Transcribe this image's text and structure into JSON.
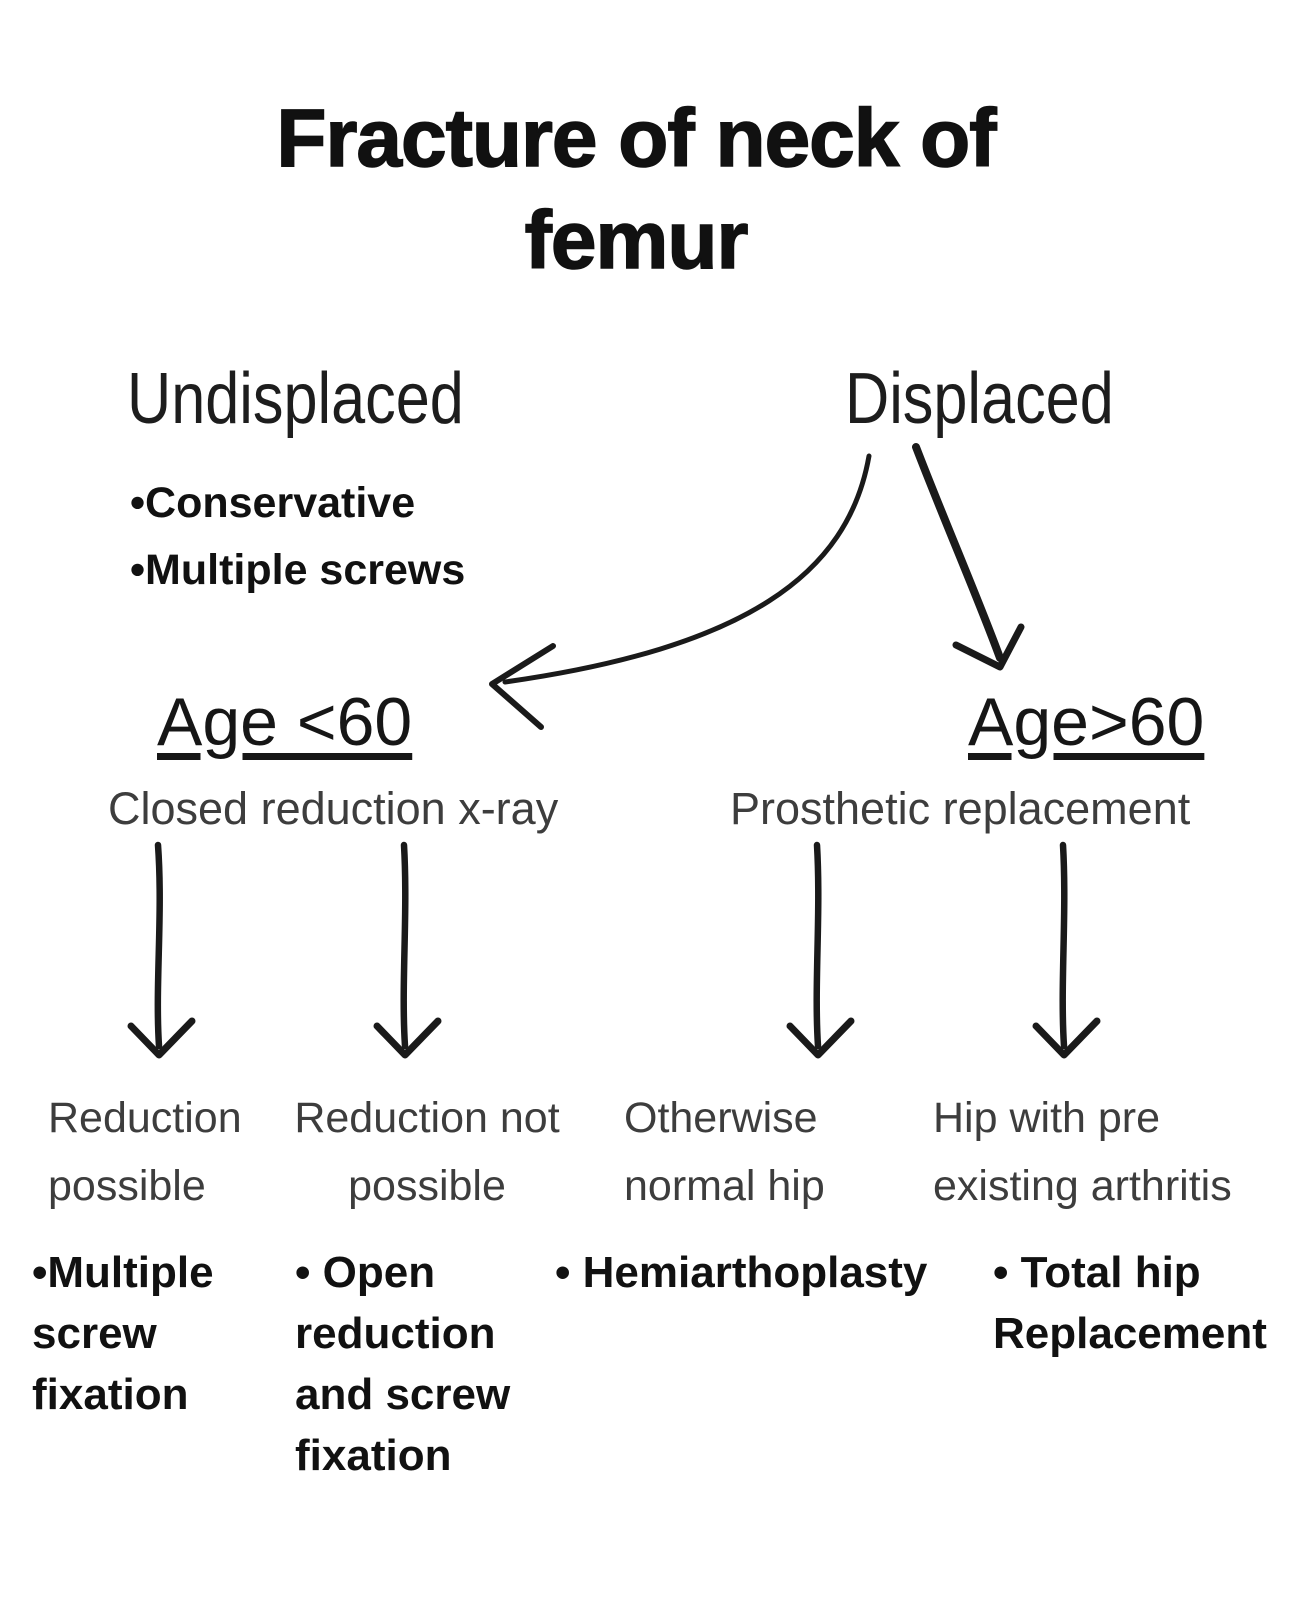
{
  "title": {
    "line1": "Fracture of neck of",
    "line2": "femur"
  },
  "branches": {
    "undisplaced": {
      "label": "Undisplaced",
      "bullet1": "•Conservative",
      "bullet2": "•Multiple screws"
    },
    "displaced": {
      "label": "Displaced"
    }
  },
  "pathways": {
    "under60": {
      "age": "Age <60",
      "management": "Closed reduction x-ray"
    },
    "over60": {
      "age": "Age>60",
      "management": "Prosthetic replacement"
    }
  },
  "outcomes": {
    "reduction_possible": {
      "line1": "Reduction",
      "line2": "possible",
      "tx1": "•Multiple",
      "tx2": "screw",
      "tx3": "fixation"
    },
    "reduction_not_possible": {
      "line1": "Reduction not",
      "line2": "possible",
      "tx1": "• Open",
      "tx2": "reduction",
      "tx3": "and screw",
      "tx4": "fixation"
    },
    "otherwise_normal_hip": {
      "line1": "Otherwise",
      "line2": "normal hip",
      "tx1": "• Hemiarthoplasty"
    },
    "pre_existing_arthritis": {
      "line1": "Hip with pre",
      "line2": "existing arthritis",
      "tx1": "• Total hip",
      "tx2": "Replacement"
    }
  },
  "colors": {
    "background": "#ffffff",
    "text_dark": "#111111",
    "text_light": "#3d3d3d",
    "arrow": "#1a1a1a"
  }
}
